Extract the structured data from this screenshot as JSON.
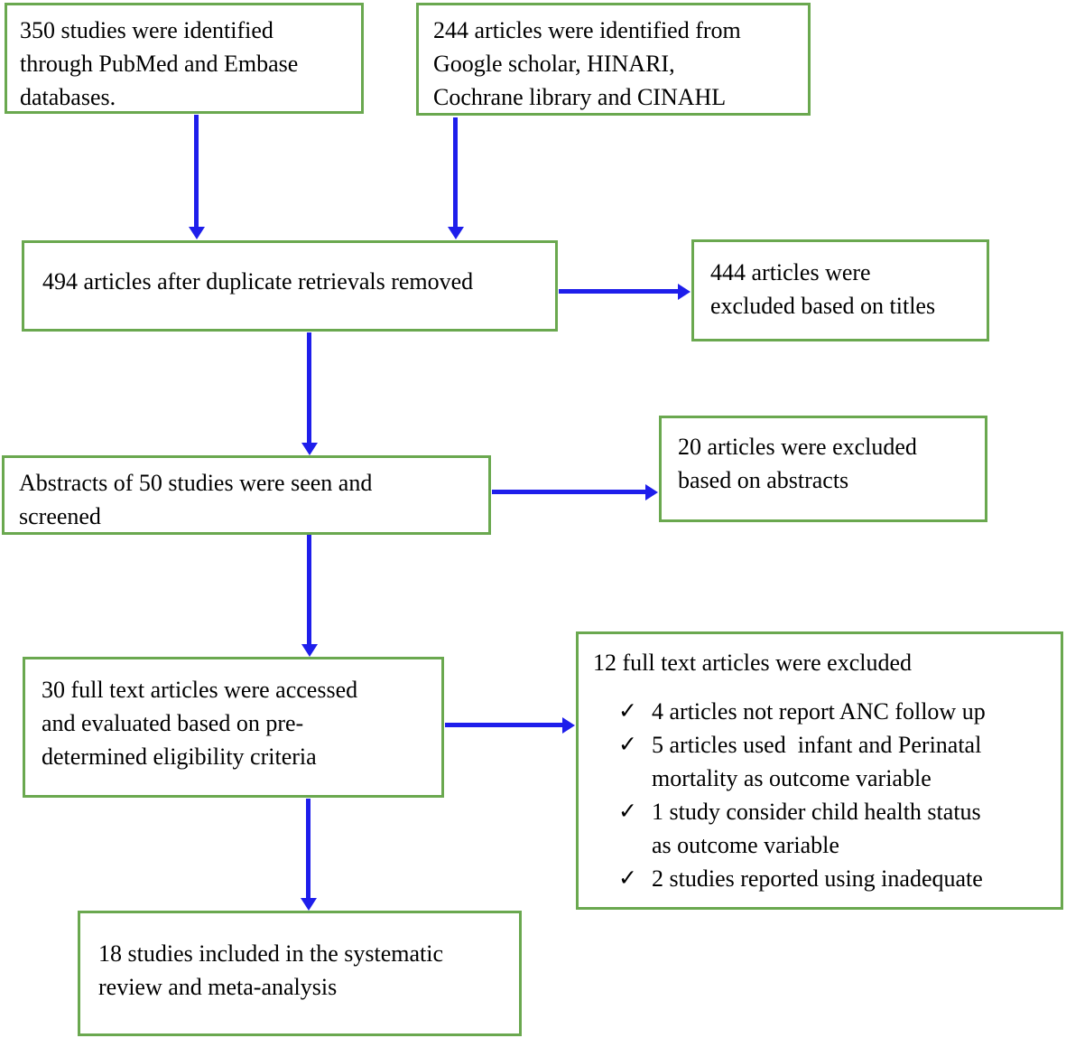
{
  "figure": {
    "colors": {
      "box_border": "#6aa84f",
      "arrow": "#1e1eeb",
      "text": "#000000",
      "background": "#ffffff"
    },
    "boxes": {
      "identified_databases": {
        "text": "350 studies were identified\nthrough PubMed and Embase\ndatabases."
      },
      "identified_other_sources": {
        "text": "244 articles were identified from\nGoogle scholar, HINARI,\nCochrane library and CINAHL"
      },
      "after_duplicates_removed": {
        "text": "494 articles after duplicate retrievals removed"
      },
      "excluded_by_title": {
        "text": "444 articles were\nexcluded based on titles"
      },
      "abstracts_screened": {
        "text": "Abstracts of 50 studies were seen and\nscreened"
      },
      "excluded_by_abstract": {
        "text": "20 articles were excluded\nbased on abstracts"
      },
      "fulltext_evaluated": {
        "text": "30 full text articles were accessed\nand evaluated based on pre-\ndetermined eligibility criteria"
      },
      "fulltext_excluded": {
        "title": "12 full text articles were excluded",
        "check_icon": "✓",
        "reasons": [
          "4 articles not report ANC follow up",
          "5 articles used  infant and Perinatal\nmortality as outcome variable",
          "1 study consider child health status\nas outcome variable",
          "2 studies reported using inadequate"
        ]
      },
      "included_studies": {
        "text": "18 studies included in the systematic\nreview and meta-analysis"
      }
    }
  }
}
